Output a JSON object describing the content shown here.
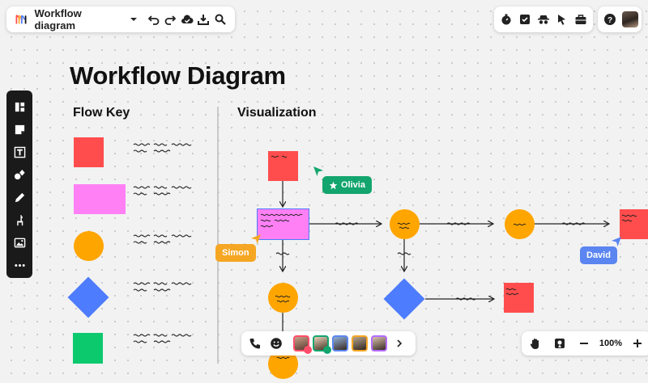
{
  "toolbar": {
    "title": "Workflow diagram",
    "icons": [
      "logo-icon",
      "chevron-down-icon",
      "undo-icon",
      "redo-icon",
      "cloud-check-icon",
      "download-icon",
      "search-icon"
    ]
  },
  "right_toolbar": {
    "icons": [
      "timer-icon",
      "checkbox-icon",
      "incognito-icon",
      "cursor-icon",
      "briefcase-icon"
    ],
    "help_icon": "question-icon"
  },
  "sidebar": {
    "icons": [
      "layout-icon",
      "sticky-note-icon",
      "text-icon",
      "shapes-icon",
      "pen-icon",
      "llama-icon",
      "image-icon",
      "more-icon"
    ]
  },
  "canvas": {
    "title": "Workflow Diagram",
    "flow_key_title": "Flow Key",
    "visualization_title": "Visualization"
  },
  "collaborators": {
    "olivia": "Olivia",
    "simon": "Simon",
    "david": "David"
  },
  "colors": {
    "red": "#ff4d4d",
    "pink": "#ff80f5",
    "orange": "#ffa500",
    "blue": "#4d7cfe",
    "green": "#0dc96e",
    "olivia": "#13a56e",
    "simon": "#f5a623",
    "david": "#5b85f0"
  },
  "bottom_bar": {
    "icons": [
      "phone-icon",
      "emoji-icon",
      "chevron-right-icon"
    ],
    "avatar_count": 5
  },
  "zoom": {
    "value": "100%",
    "icons": [
      "hand-icon",
      "map-icon",
      "minus-icon",
      "plus-icon"
    ]
  }
}
